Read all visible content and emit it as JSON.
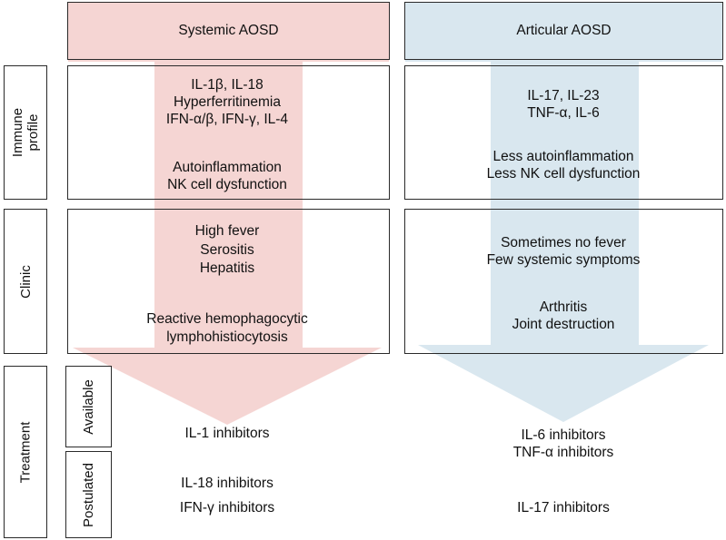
{
  "columns": {
    "systemic": {
      "title": "Systemic AOSD",
      "color": "#f4d3d1"
    },
    "articular": {
      "title": "Articular AOSD",
      "color": "#d7e6ee"
    }
  },
  "row_labels": {
    "immune": [
      "Immune",
      "profile"
    ],
    "clinic": "Clinic",
    "treatment": "Treatment",
    "available": "Available",
    "postulated": "Postulated"
  },
  "immune_profile": {
    "systemic": [
      "IL-1β, IL-18",
      "Hyperferritinemia",
      "IFN-α/β, IFN-γ, IL-4",
      "Autoinflammation",
      "NK cell dysfunction"
    ],
    "articular": [
      "IL-17, IL-23",
      "TNF-α, IL-6",
      "Less autoinflammation",
      "Less NK cell dysfunction"
    ]
  },
  "clinic": {
    "systemic": [
      "High fever",
      "Serositis",
      "Hepatitis",
      "Reactive hemophagocytic",
      "lymphohistiocytosis"
    ],
    "articular": [
      "Sometimes no fever",
      "Few systemic symptoms",
      "Arthritis",
      "Joint destruction"
    ]
  },
  "treatment": {
    "available": {
      "systemic": [
        "IL-1 inhibitors"
      ],
      "articular": [
        "IL-6 inhibitors",
        "TNF-α inhibitors"
      ]
    },
    "postulated": {
      "systemic": [
        "IL-18 inhibitors",
        "IFN-γ inhibitors"
      ],
      "articular": [
        "IL-17 inhibitors"
      ]
    }
  }
}
